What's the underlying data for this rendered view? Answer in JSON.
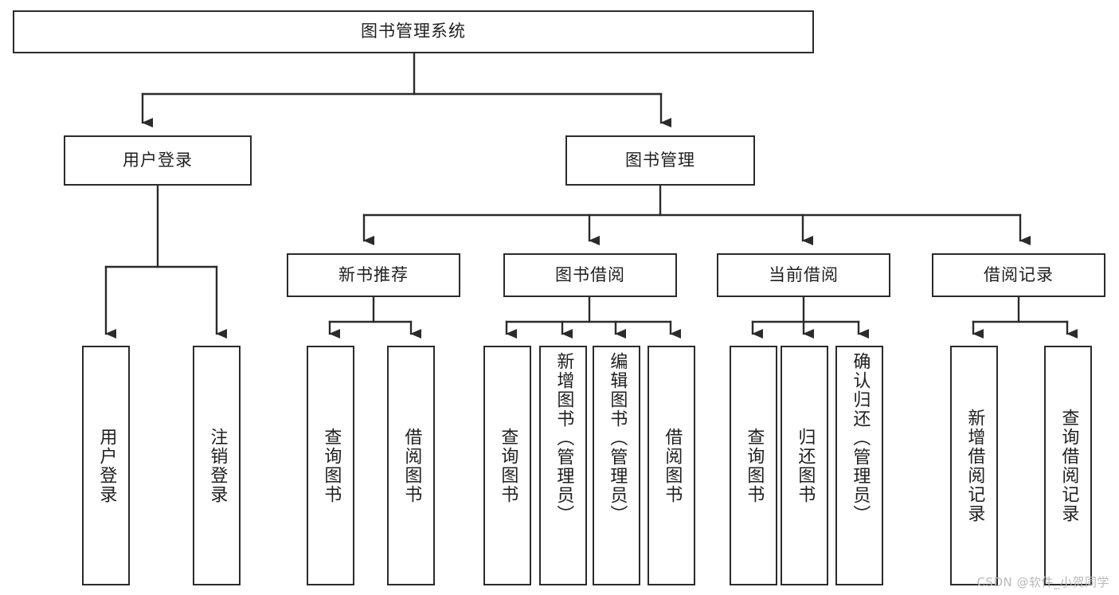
{
  "diagram": {
    "title": "图书管理系统",
    "watermark": "CSDN @软件_小贺同学",
    "colors": {
      "stroke": "#2b2b2b",
      "background": "#ffffff",
      "text": "#1f1f1f",
      "watermark": "#b9b9b9"
    },
    "nodes": {
      "root": {
        "label": "图书管理系统"
      },
      "level2": [
        {
          "label": "用户登录"
        },
        {
          "label": "图书管理"
        }
      ],
      "level3": [
        {
          "label": "新书推荐"
        },
        {
          "label": "图书借阅"
        },
        {
          "label": "当前借阅"
        },
        {
          "label": "借阅记录"
        }
      ],
      "leaves": {
        "user_login": [
          {
            "label": "用户登录"
          },
          {
            "label": "注销登录"
          }
        ],
        "new_book_recommend": [
          {
            "label": "查询图书"
          },
          {
            "label": "借阅图书"
          }
        ],
        "book_borrow": [
          {
            "label": "查询图书"
          },
          {
            "label": "新增图书（管理员）"
          },
          {
            "label": "编辑图书（管理员）"
          },
          {
            "label": "借阅图书"
          }
        ],
        "current_borrow": [
          {
            "label": "查询图书"
          },
          {
            "label": "归还图书"
          },
          {
            "label": "确认归还（管理员）"
          }
        ],
        "borrow_record": [
          {
            "label": "新增借阅记录"
          },
          {
            "label": "查询借阅记录"
          }
        ]
      }
    }
  }
}
